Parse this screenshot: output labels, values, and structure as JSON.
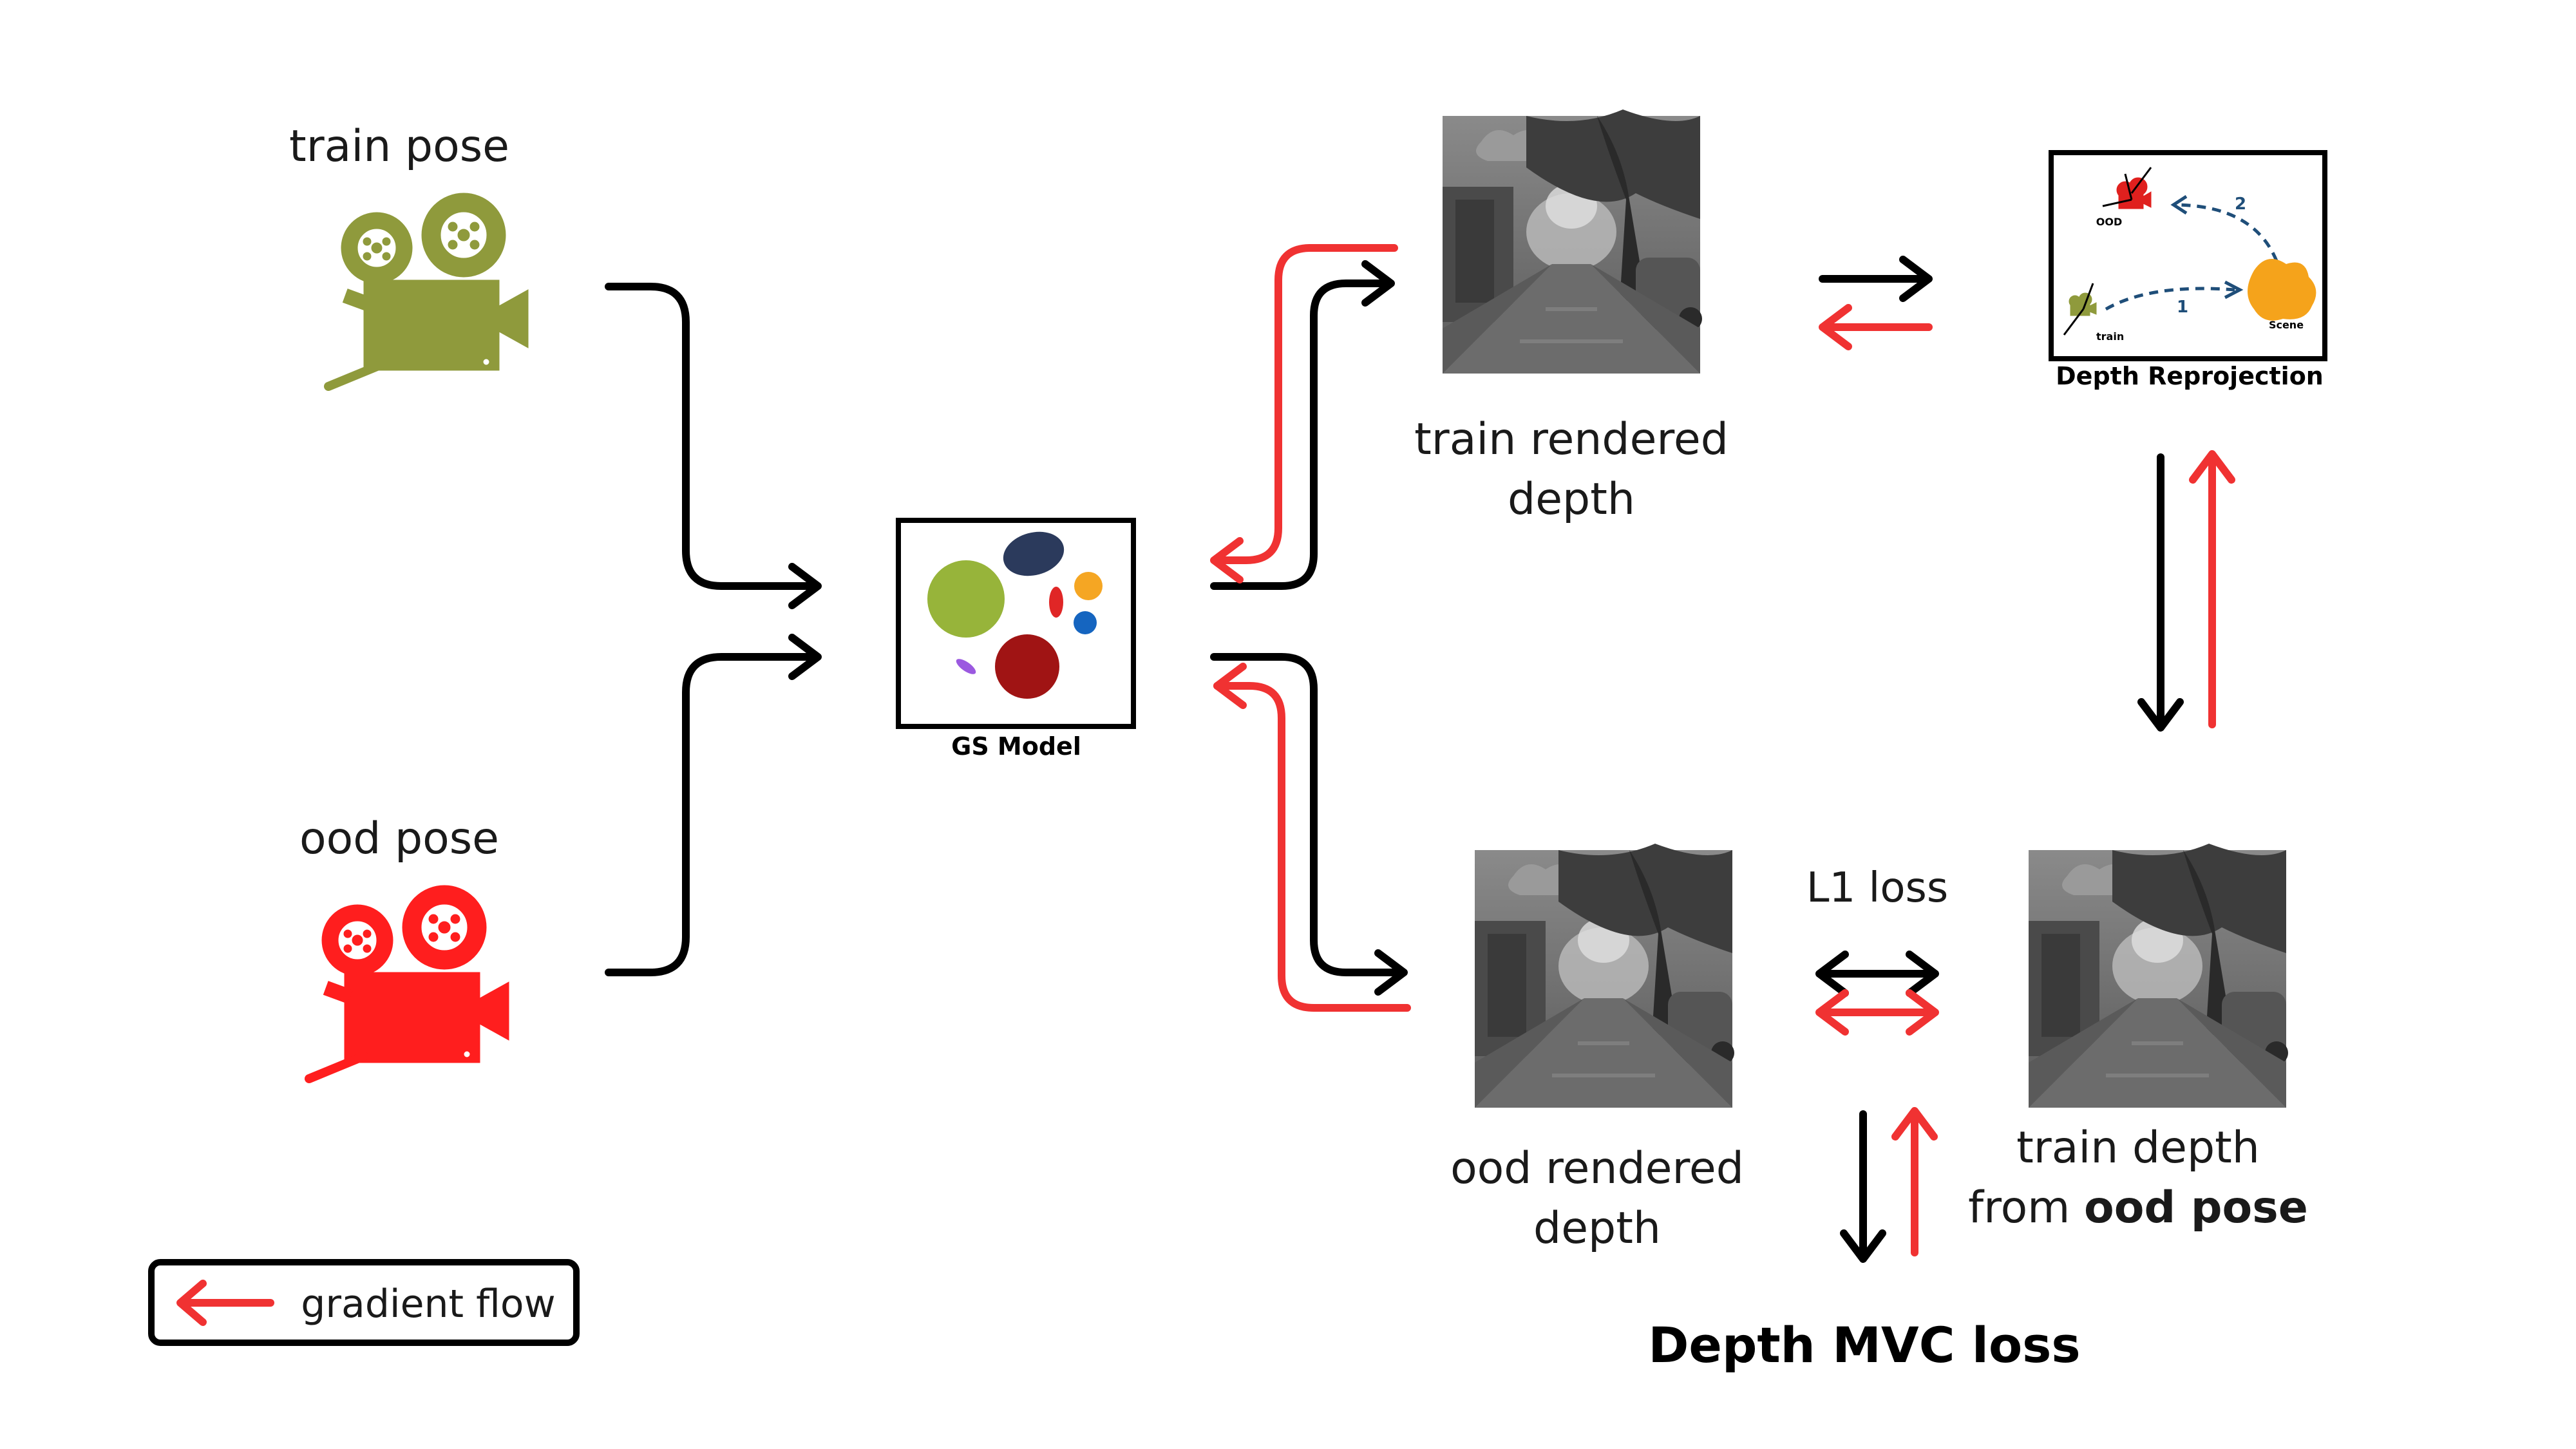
{
  "labels": {
    "train_pose": "train pose",
    "ood_pose": "ood pose",
    "gs_model": "GS Model",
    "train_rendered_depth_1": "train rendered",
    "train_rendered_depth_2": "depth",
    "depth_reprojection": "Depth Reprojection",
    "ood_rendered_depth_1": "ood rendered",
    "ood_rendered_depth_2": "depth",
    "l1_loss": "L1 loss",
    "train_depth_1": "train depth",
    "train_depth_2_prefix": "from ",
    "train_depth_2_bold": "ood pose",
    "depth_mvc_loss": "Depth MVC loss"
  },
  "reprojection_inset": {
    "ood": "OOD",
    "train": "train",
    "scene": "Scene",
    "step1": "1",
    "step2": "2"
  },
  "legend": {
    "label": "gradient flow"
  },
  "colors": {
    "forward": "#000000",
    "gradient": "#f03232",
    "train_camera": "#8f9a3c",
    "ood_camera": "#ff1e1e"
  },
  "icons": [
    "train-camera-icon",
    "ood-camera-icon",
    "gs-model-icon",
    "depth-image-icon",
    "depth-reprojection-icon"
  ]
}
